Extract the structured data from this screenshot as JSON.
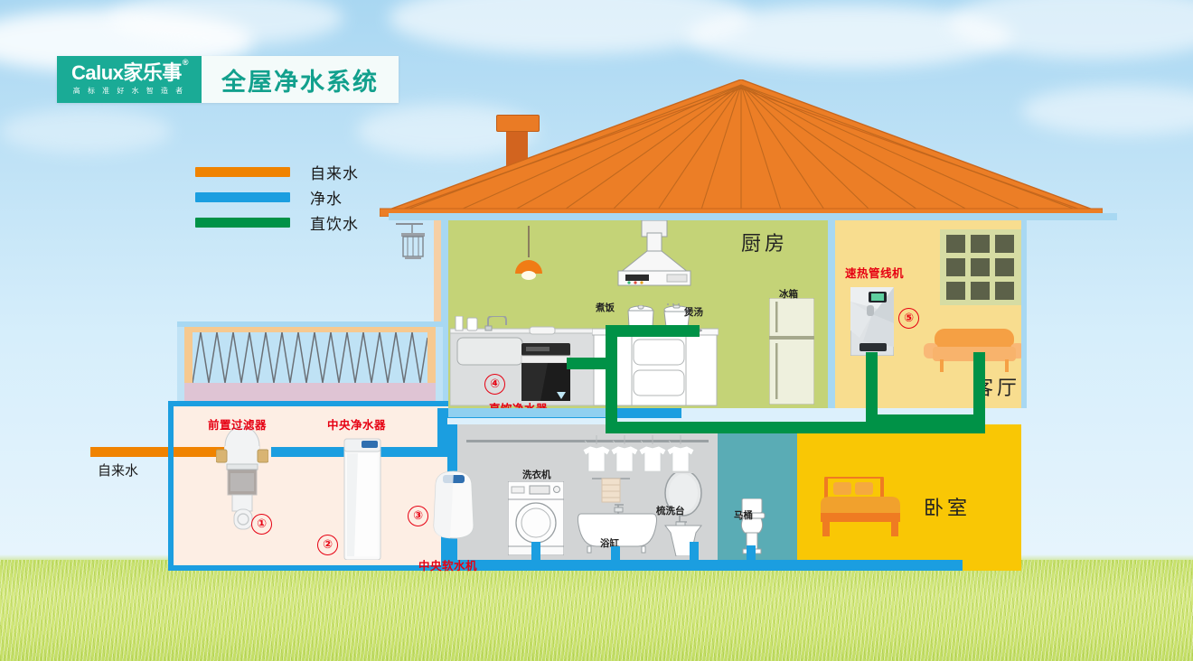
{
  "brand": {
    "logo_text": "Calux家乐事",
    "logo_mark": "®",
    "tagline": "高 标 准 好 水 智 造 者",
    "title": "全屋净水系统"
  },
  "legend": {
    "items": [
      {
        "label": "自来水",
        "color": "#f08300"
      },
      {
        "label": "净水",
        "color": "#1b9ee0"
      },
      {
        "label": "直饮水",
        "color": "#009247"
      }
    ]
  },
  "inlet": {
    "label": "自来水"
  },
  "rooms": [
    {
      "name": "厨房"
    },
    {
      "name": "客厅"
    },
    {
      "name": "卧室"
    }
  ],
  "devices": [
    {
      "number": "①",
      "label": "前置过滤器"
    },
    {
      "number": "②",
      "label": "中央净水器"
    },
    {
      "number": "③",
      "label": "中央软水机"
    },
    {
      "number": "④",
      "label": "直饮净水器"
    },
    {
      "number": "⑤",
      "label": "速热管线机"
    }
  ],
  "fixtures": [
    {
      "label": "冰箱"
    },
    {
      "label": "煮饭"
    },
    {
      "label": "煲汤"
    },
    {
      "label": "洗衣机"
    },
    {
      "label": "浴缸"
    },
    {
      "label": "梳洗台"
    },
    {
      "label": "马桶"
    }
  ],
  "colors": {
    "tap_water": "#f08300",
    "purified_water": "#1b9ee0",
    "drinking_water": "#009247",
    "roof": "#ec7e26",
    "kitchen": "#c4d377",
    "living_room": "#f8dd8f",
    "bedroom": "#f9c705",
    "bath": "#5aacb5",
    "laundry": "#d2d4d5",
    "equipment_room": "#fdeee4",
    "brand_green": "#1aab96",
    "label_red": "#e60012"
  }
}
